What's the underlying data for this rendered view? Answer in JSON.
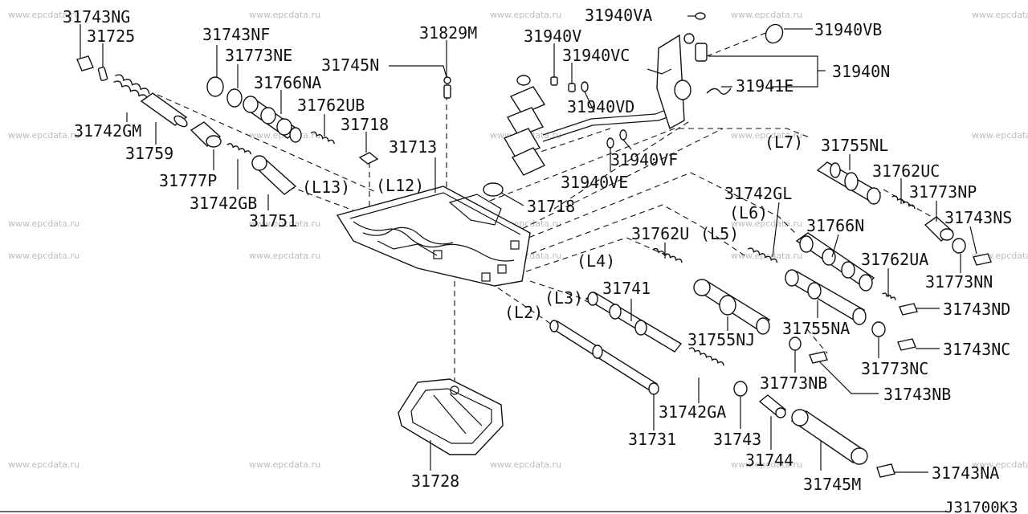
{
  "watermark": "www.epcdata.ru",
  "diagram_code": "J31700K3",
  "labels": {
    "l_31743NG": "31743NG",
    "l_31725": "31725",
    "l_31743NF": "31743NF",
    "l_31773NE": "31773NE",
    "l_31766NA": "31766NA",
    "l_31742GM": "31742GM",
    "l_31759": "31759",
    "l_31777P": "31777P",
    "l_31742GB": "31742GB",
    "l_31751": "31751",
    "l_31762UB": "31762UB",
    "l_31718a": "31718",
    "l_31745N": "31745N",
    "l_31829M": "31829M",
    "l_31713": "31713",
    "l_L13": "(L13)",
    "l_L12": "(L12)",
    "l_31718b": "31718",
    "l_31940V": "31940V",
    "l_31940VA": "31940VA",
    "l_31940VB": "31940VB",
    "l_31940VC": "31940VC",
    "l_31940VD": "31940VD",
    "l_31940VE": "31940VE",
    "l_31940VF": "31940VF",
    "l_31940N": "31940N",
    "l_31941E": "31941E",
    "l_L7": "(L7)",
    "l_31755NL": "31755NL",
    "l_31762UC": "31762UC",
    "l_31773NP": "31773NP",
    "l_31743NS": "31743NS",
    "l_31773NN": "31773NN",
    "l_31742GL": "31742GL",
    "l_L6": "(L6)",
    "l_31766N": "31766N",
    "l_31762U": "31762U",
    "l_L5": "(L5)",
    "l_31762UA": "31762UA",
    "l_L4": "(L4)",
    "l_31743ND": "31743ND",
    "l_L3": "(L3)",
    "l_31741": "31741",
    "l_L2": "(L2)",
    "l_31755NJ": "31755NJ",
    "l_31755NA": "31755NA",
    "l_31743NC": "31743NC",
    "l_31773NC": "31773NC",
    "l_31773NB": "31773NB",
    "l_31743NB": "31743NB",
    "l_31742GA": "31742GA",
    "l_31731": "31731",
    "l_31743": "31743",
    "l_31744": "31744",
    "l_31728": "31728",
    "l_31745M": "31745M",
    "l_31743NA": "31743NA"
  }
}
